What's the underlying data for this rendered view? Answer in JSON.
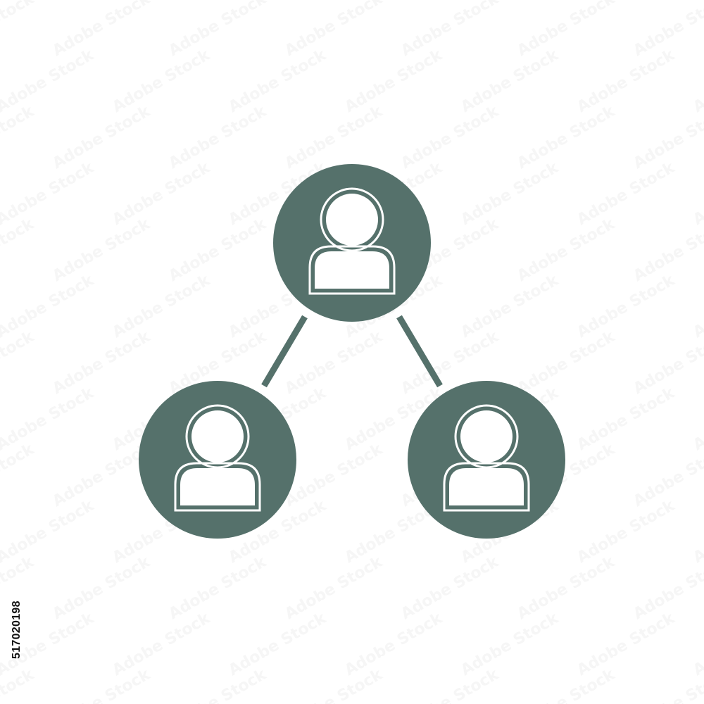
{
  "image": {
    "stock_id": "517020198",
    "watermark_text": "Adobe Stock"
  },
  "diagram": {
    "nodes": [
      {
        "id": "top",
        "icon": "user-icon"
      },
      {
        "id": "left",
        "icon": "user-icon"
      },
      {
        "id": "right",
        "icon": "user-icon"
      }
    ],
    "connections": [
      {
        "from": "top",
        "to": "left"
      },
      {
        "from": "top",
        "to": "right"
      }
    ]
  },
  "colors": {
    "background": "#ffffff",
    "node_fill": "#55716b",
    "icon_fill": "#ffffff",
    "icon_outline": "#ffffff",
    "connector": "#55716b",
    "watermark": "#eeeeee",
    "stock_id_text": "#111111"
  }
}
